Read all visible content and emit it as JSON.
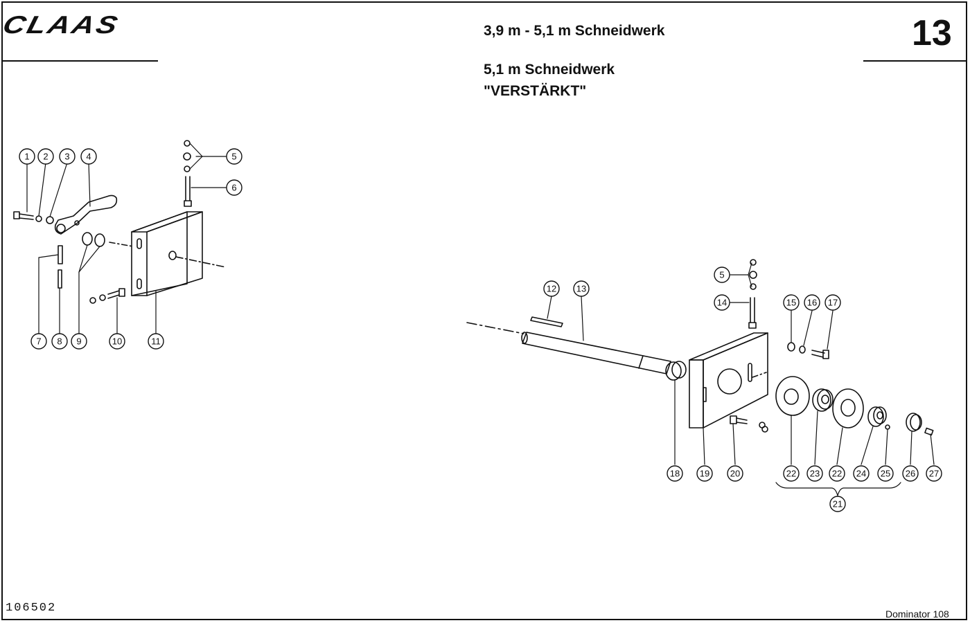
{
  "header": {
    "brand": "CLAAS",
    "title": "3,9 m - 5,1 m Schneidwerk",
    "subtitle_line1": "5,1 m Schneidwerk",
    "subtitle_line2": "\"VERSTÄRKT\"",
    "page_number": "13"
  },
  "footer": {
    "document_number": "106502",
    "model": "Dominator 108"
  },
  "callouts_left": [
    "1",
    "2",
    "3",
    "4",
    "5",
    "6",
    "7",
    "8",
    "9",
    "10",
    "11"
  ],
  "callouts_right": [
    "5",
    "12",
    "13",
    "14",
    "15",
    "16",
    "17",
    "18",
    "19",
    "20",
    "22",
    "23",
    "22",
    "24",
    "25",
    "26",
    "27",
    "21"
  ]
}
